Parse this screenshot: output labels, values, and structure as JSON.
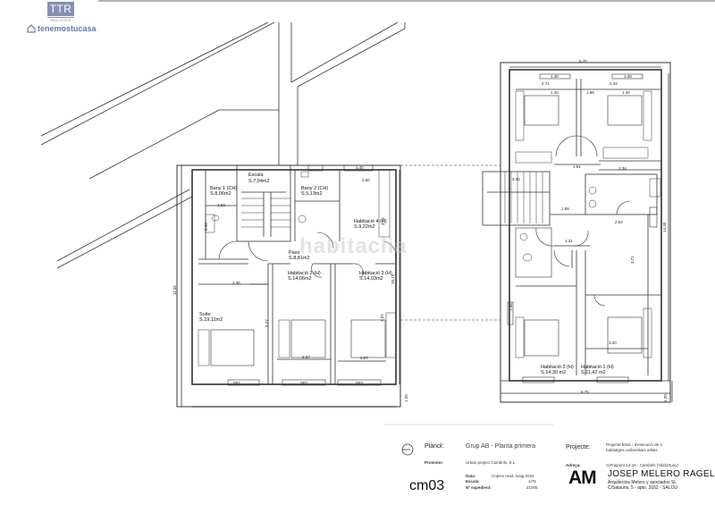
{
  "branding": {
    "logo_text": "TTR",
    "logo_subtitle": "REAL ESTATE",
    "site_name": "tenemostucasa",
    "logo_color": "#8690b3",
    "icon": "house-icon"
  },
  "watermark": "habitaclia",
  "plan_left": {
    "rooms": [
      {
        "name": "Bany 1 (CH)",
        "area": "S.8,06m2"
      },
      {
        "name": "Escala",
        "area": "S.7,04m2"
      },
      {
        "name": "Bany 2 (CH)",
        "area": "S.5,13m2"
      },
      {
        "name": "Habitació 4 (H)",
        "area": "S.9,22m2"
      },
      {
        "name": "Paso",
        "area": "S.8,81m2"
      },
      {
        "name": "Habitació 2 (H)",
        "area": "S.14,06m2"
      },
      {
        "name": "Habitació 3 (H)",
        "area": "S.14,03m2"
      },
      {
        "name": "Suite",
        "area": "S.19,11m2"
      }
    ],
    "dimensions": {
      "total_height": "11.35",
      "right_height": "10.15",
      "balcony": "1.20",
      "bany1_width": "1.63",
      "suite_width": "3.36",
      "suite_depth": "5.27",
      "hab4_width": "2.60",
      "hab2_width": "2.67",
      "hab3_width": "2.67",
      "hab3_depth": "4.07",
      "window_top": "1.40",
      "bath_small": "1.72",
      "wc_dim": "0.90",
      "hab4_depth": "3.16",
      "windows": [
        "0P1",
        "0P2",
        "0P3"
      ]
    }
  },
  "plan_right": {
    "rooms": [
      {
        "name": "Habitació 2 (H)",
        "area": "S.14,30 m2"
      },
      {
        "name": "Habitació 1 (H)",
        "area": "S.11,42 m2"
      }
    ],
    "dimensions": {
      "total_width_top": "6.75",
      "total_width_bottom": "6.75",
      "total_height": "14.30",
      "balcony": "1.20",
      "top_window_1": "1.40",
      "top_window_2": "1.40",
      "dim_2_71": "2.71",
      "dim_2_34": "2.34",
      "dim_1_40_a": "1.40",
      "dim_1_88": "1.88",
      "dim_1_40_b": "1.40",
      "dim_1_91": "1.91",
      "dim_2_34_b": "2.34",
      "stair_width": "3.00",
      "dim_1_56": "1.56",
      "dim_2_54": "2.54",
      "dim_1_31": "1.31",
      "dim_3_71": "3.71",
      "dim_3_20": "3.20",
      "dim_1_48": "1.48",
      "wc_dim": "1.00",
      "side_dim": "1.00"
    }
  },
  "title_block": {
    "plano_label": "Plànol:",
    "plano_value": "Grup AB - Planta primera",
    "promotor_label": "Promotor",
    "promotor_value": "Urban project Cambrils, S.L.",
    "data_label": "Data:",
    "data_value": "Copies mod. maig 2023",
    "escala_label": "Escala:",
    "escala_value": "1/75",
    "expedient_label": "Nº expedient:",
    "expedient_value": "21005",
    "drawing_code": "cm03",
    "projecte_label": "Projecte:",
    "projecte_value_1": "Projecte bàsic i d'execució de 4",
    "projecte_value_2": "habitatges unifamiliars aïllats",
    "adreca_label": "Adreça:",
    "adreca_value": "C/Fraipont 14-16 - Cambrils (Vilafortuny)",
    "architect_logo": "AM",
    "architect_name": "JOSEP MELERO RAGEL",
    "architect_firm": "Arquitectos Melero y asociados SL",
    "architect_address": "C/Salauris, 5 - apto. 3162 - SALOU",
    "north_icon": "north-arrow-icon"
  }
}
